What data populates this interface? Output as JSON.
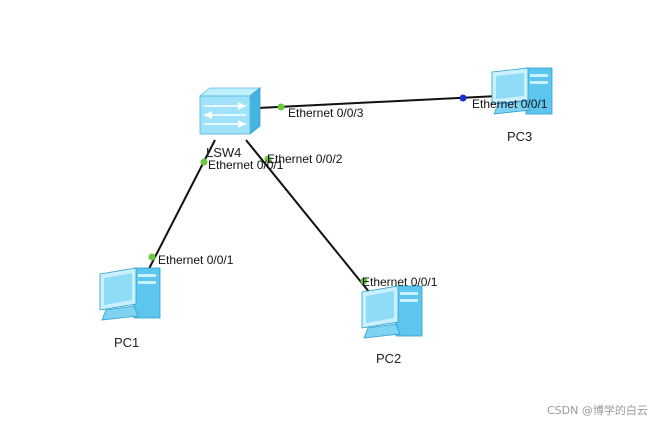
{
  "devices": {
    "switch": {
      "label": "LSW4",
      "icon": "switch-icon"
    },
    "pc1": {
      "label": "PC1",
      "icon": "pc-icon"
    },
    "pc2": {
      "label": "PC2",
      "icon": "pc-icon"
    },
    "pc3": {
      "label": "PC3",
      "icon": "pc-icon"
    }
  },
  "links": [
    {
      "from": "LSW4",
      "to": "PC3",
      "from_port": "Ethernet 0/0/3",
      "to_port": "Ethernet 0/0/1",
      "from_status_color": "#6cc83c",
      "to_status_color": "#1b2fd6"
    },
    {
      "from": "LSW4",
      "to": "PC1",
      "from_port": "Ethernet 0/0/1",
      "to_port": "Ethernet 0/0/1",
      "from_status_color": "#6cc83c",
      "to_status_color": "#6cc83c"
    },
    {
      "from": "LSW4",
      "to": "PC2",
      "from_port": "Ethernet 0/0/2",
      "to_port": "Ethernet 0/0/1",
      "from_status_color": "#6cc83c",
      "to_status_color": "#6cc83c"
    }
  ],
  "colors": {
    "link": "#111111",
    "device_light": "#c9f1ff",
    "device_mid": "#7fd3f2",
    "device_dark": "#2e9fd0"
  },
  "watermark": "CSDN @博学的白云"
}
